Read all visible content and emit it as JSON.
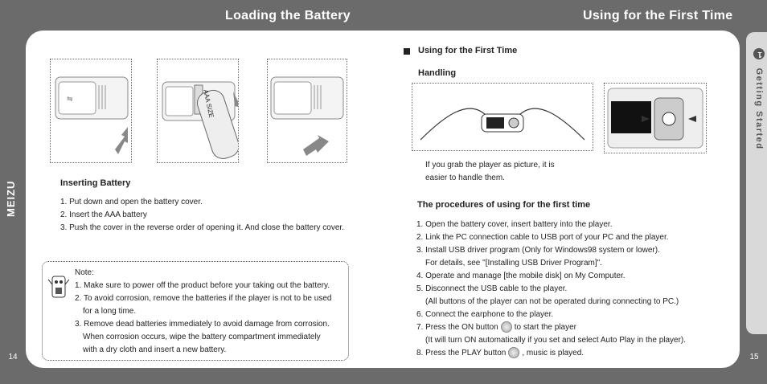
{
  "header": {
    "left_title": "Loading the Battery",
    "right_title": "Using for the First Time"
  },
  "brand": "MEIZU",
  "side_tab": {
    "number": "1",
    "label": "Getting Started"
  },
  "pages": {
    "left": "14",
    "right": "15"
  },
  "left": {
    "figure_label": "AAA SIZE",
    "section_title": "Inserting Battery",
    "steps": [
      "1. Put down and open the battery cover.",
      "2. Insert the AAA battery",
      "3. Push the cover in the reverse order of opening it. And close the battery cover."
    ],
    "note": {
      "title": "Note:",
      "lines": [
        "1. Make sure to power off the product before your taking out the battery.",
        "2. To avoid corrosion, remove the batteries if the player is not to be used",
        "for a long time.",
        "3. Remove dead batteries immediately to avoid damage from corrosion.",
        "When corrosion occurs, wipe the battery compartment immediately",
        "with a dry cloth and insert a new battery."
      ]
    }
  },
  "right": {
    "section_title": "Using for the First Time",
    "handling_title": "Handling",
    "handling_caption": [
      "If you grab the player as picture, it is",
      "easier to handle them."
    ],
    "procedures_title": "The procedures of using for the first time",
    "steps": [
      "1. Open the battery cover, insert battery into the player.",
      "2. Link the PC connection cable to USB port of your PC and the player.",
      "3. Install USB driver program (Only for Windows98 system or lower).",
      "For details, see \"[Installing USB Driver Program]\".",
      "4. Operate and manage [the mobile disk] on My Computer.",
      "5. Disconnect the USB cable to the player.",
      "(All buttons of the player can not be operated during connecting to PC.)",
      "6. Connect the earphone to the player.",
      "7. Press the ON button",
      "to start the player",
      "(It will turn ON automatically if you set and select Auto Play in the player).",
      "8. Press the PLAY button",
      ", music is played."
    ]
  }
}
